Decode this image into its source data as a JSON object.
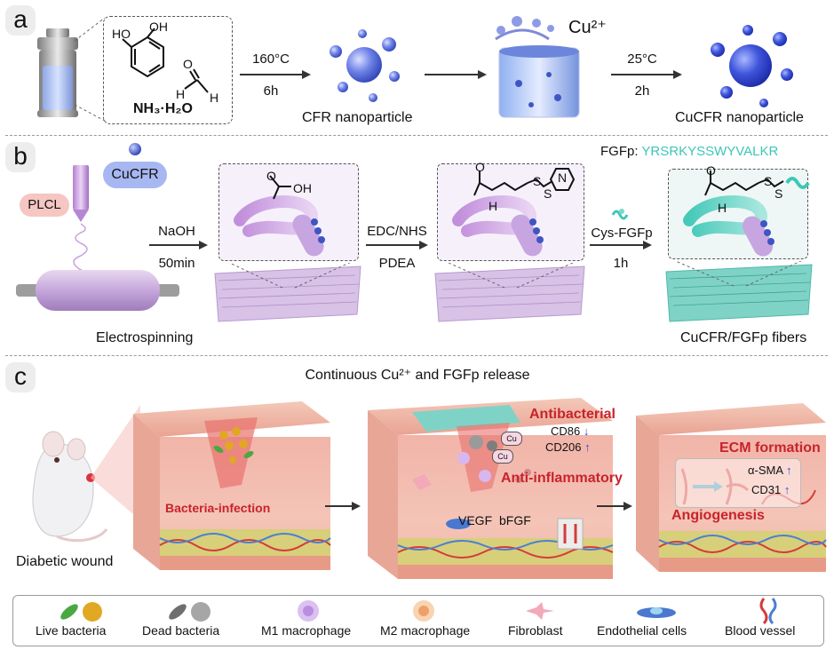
{
  "panel_a": {
    "label": "a",
    "reagent": "NH₃·H₂O",
    "step1_temp": "160°C",
    "step1_time": "6h",
    "product1": "CFR nanoparticle",
    "ion": "Cu²⁺",
    "step2_temp": "25°C",
    "step2_time": "2h",
    "product2": "CuCFR nanoparticle",
    "molecule_atoms": {
      "oh1": "HO",
      "oh2": "OH",
      "o": "O",
      "h1": "H",
      "h2": "H"
    }
  },
  "panel_b": {
    "label": "b",
    "plcl": "PLCL",
    "cucfr": "CuCFR",
    "step1_reagent": "NaOH",
    "step1_time": "50min",
    "step2_reagent1": "EDC/NHS",
    "step2_reagent2": "PDEA",
    "step3_reagent": "Cys-FGFp",
    "step3_time": "1h",
    "fgfp_label": "FGFp: ",
    "fgfp_sequence": "YRSRKYSSWYVALKR",
    "process1": "Electrospinning",
    "product": "CuCFR/FGFp fibers",
    "atoms": {
      "o": "O",
      "oh": "OH",
      "h": "H",
      "n": "N",
      "s": "S"
    }
  },
  "panel_c": {
    "label": "c",
    "title": "Continuous Cu²⁺ and FGFp release",
    "wound": "Diabetic wound",
    "infection": "Bacteria-infection",
    "antibacterial": "Antibacterial",
    "cd86": "CD86",
    "cd206": "CD206",
    "anti_inflammatory": "Anti-inflammatory",
    "vegf": "VEGF",
    "bfgf": "bFGF",
    "cu_small": "Cu",
    "ecm": "ECM formation",
    "asma": "α-SMA",
    "cd31": "CD31",
    "angiogenesis": "Angiogenesis"
  },
  "legend": {
    "items": [
      "Live bacteria",
      "Dead bacteria",
      "M1 macrophage",
      "M2 macrophage",
      "Fibroblast",
      "Endothelial cells",
      "Blood vessel"
    ]
  },
  "colors": {
    "accent_red": "#c8232c",
    "teal": "#3cc7b8",
    "nanoparticle_blue": "#4f63d6",
    "fiber_lilac": "#c9a8dc"
  }
}
